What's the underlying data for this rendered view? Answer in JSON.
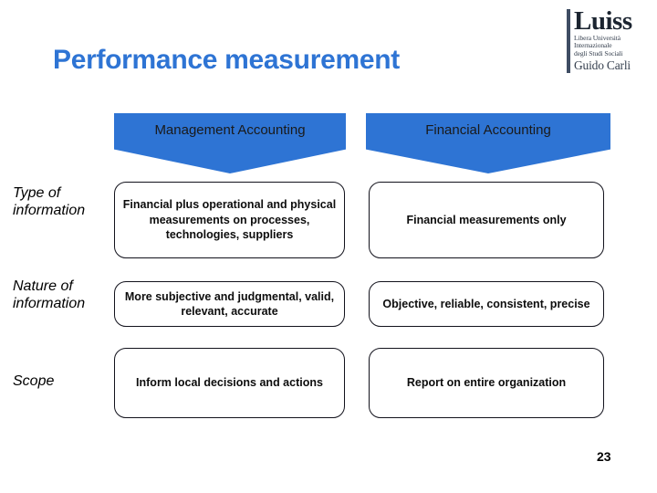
{
  "slide": {
    "title": "Performance measurement",
    "page_number": "23",
    "accent_color": "#2E74D4",
    "banner_text_color": "#1a1a1a"
  },
  "logo": {
    "name": "luiss-logo",
    "word": "Luiss",
    "line1": "Libera Università",
    "line2": "Internazionale",
    "line3": "degli Studi Sociali",
    "person": "Guido Carli"
  },
  "columns": [
    {
      "label": "Management Accounting",
      "icon": "chevron-down-banner"
    },
    {
      "label": "Financial Accounting",
      "icon": "chevron-down-banner"
    }
  ],
  "rows": [
    {
      "label": "Type of information",
      "cells": [
        "Financial plus operational and physical measurements on processes, technologies, suppliers",
        "Financial measurements only"
      ]
    },
    {
      "label": "Nature of information",
      "cells": [
        "More subjective and judgmental, valid, relevant, accurate",
        "Objective, reliable, consistent, precise"
      ]
    },
    {
      "label": "Scope",
      "cells": [
        "Inform local decisions and actions",
        "Report on entire organization"
      ]
    }
  ]
}
